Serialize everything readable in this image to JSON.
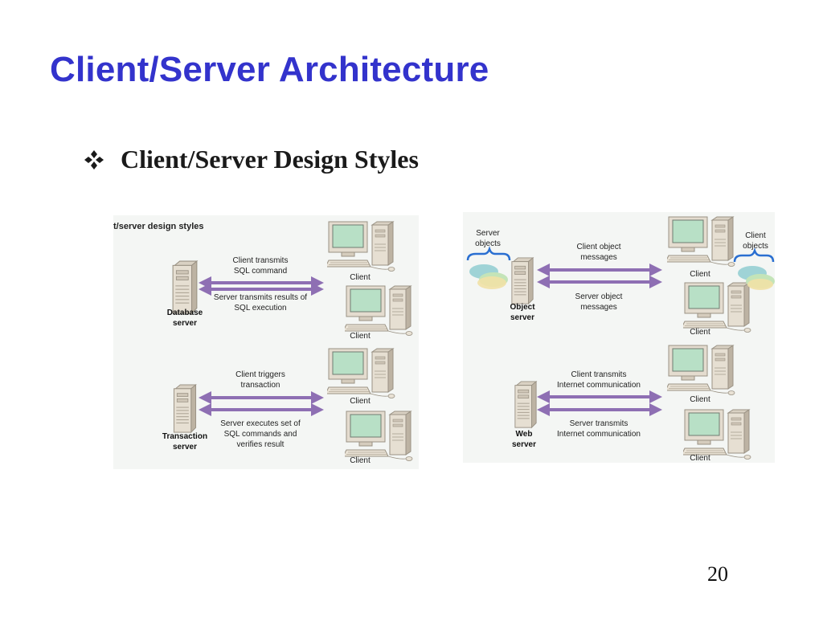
{
  "slide": {
    "title": "Client/Server Architecture",
    "bullet_text": "Client/Server Design Styles",
    "bullet_icon": "diamond-bullet-icon",
    "page_number": "20"
  },
  "colors": {
    "title": "#3333cc",
    "arrow": "#8e6fb3",
    "screen": "#b8e0c6",
    "computer_beige": "#e4dccf",
    "panel_background": "#f4f6f4"
  },
  "left_diagram": {
    "heading": "t/server design styles",
    "database_server": {
      "label_line1": "Database",
      "label_line2": "server",
      "request_line1": "Client transmits",
      "request_line2": "SQL command",
      "response_line1": "Server transmits results of",
      "response_line2": "SQL execution"
    },
    "transaction_server": {
      "label_line1": "Transaction",
      "label_line2": "server",
      "request_line1": "Client triggers",
      "request_line2": "transaction",
      "response_line1": "Server executes set of",
      "response_line2": "SQL commands and",
      "response_line3": "verifies result"
    },
    "client_label": "Client"
  },
  "right_diagram": {
    "server_objects_line1": "Server",
    "server_objects_line2": "objects",
    "client_objects_line1": "Client",
    "client_objects_line2": "objects",
    "object_server": {
      "label_line1": "Object",
      "label_line2": "server",
      "request_line1": "Client object",
      "request_line2": "messages",
      "response_line1": "Server object",
      "response_line2": "messages"
    },
    "web_server": {
      "label_line1": "Web",
      "label_line2": "server",
      "request_line1": "Client transmits",
      "request_line2": "Internet communication",
      "response_line1": "Server transmits",
      "response_line2": "Internet communication"
    },
    "client_label": "Client"
  }
}
